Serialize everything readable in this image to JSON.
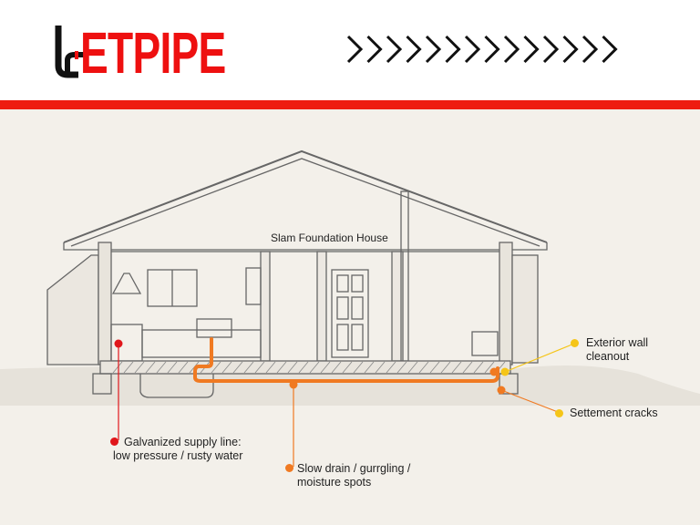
{
  "header": {
    "logo_text": "ETPIPE",
    "logo_full": "LETPIPE",
    "chevron_count": 14
  },
  "diagram": {
    "title": "Slam Foundation House",
    "annotations": [
      {
        "id": "supply",
        "line1": "Galvanized supply line:",
        "line2": "low pressure / rusty water",
        "color": "#e0161b"
      },
      {
        "id": "drain",
        "line1": "Slow drain / gurrgling /",
        "line2": "moisture spots",
        "color": "#f07a22"
      },
      {
        "id": "cleanout",
        "line1": "Exterior wall",
        "line2": "cleanout",
        "color": "#f5c518"
      },
      {
        "id": "cracks",
        "line1": "Settement cracks",
        "line2": "",
        "color": "#f5c518"
      }
    ]
  },
  "colors": {
    "brand_red": "#ee1c10",
    "pipe_orange": "#f07a22",
    "background": "#f3f0ea"
  }
}
